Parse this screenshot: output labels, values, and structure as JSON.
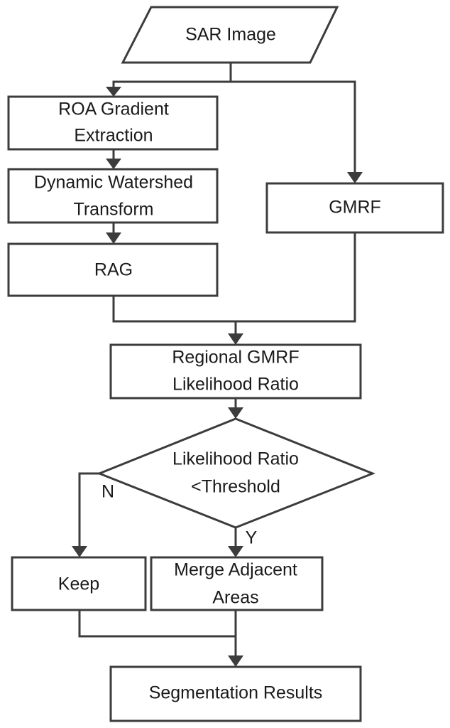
{
  "nodes": {
    "sar_image": "SAR Image",
    "roa_gradient": [
      "ROA Gradient",
      "Extraction"
    ],
    "dynamic_watershed": [
      "Dynamic Watershed",
      "Transform"
    ],
    "rag": "RAG",
    "gmrf": "GMRF",
    "regional_gmrf": [
      "Regional GMRF",
      "Likelihood Ratio"
    ],
    "decision": [
      "Likelihood Ratio",
      "<Threshold"
    ],
    "keep": "Keep",
    "merge": [
      "Merge Adjacent",
      "Areas"
    ],
    "segmentation": "Segmentation Results"
  },
  "edge_labels": {
    "no": "N",
    "yes": "Y"
  }
}
